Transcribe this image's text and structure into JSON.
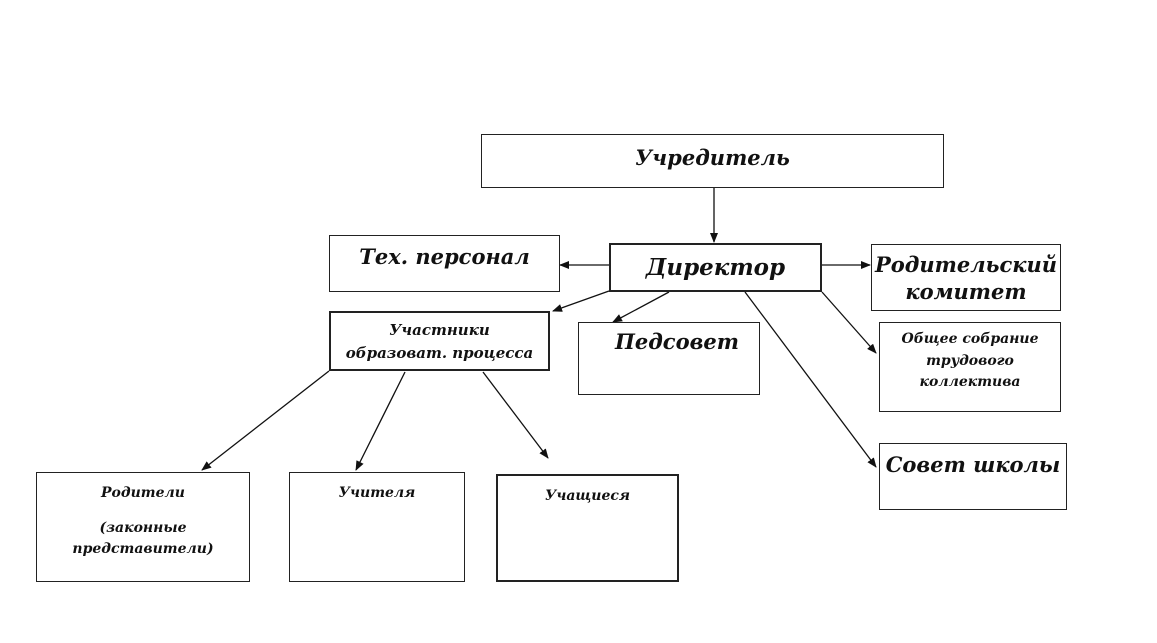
{
  "diagram": {
    "nodes": {
      "founder": "Учредитель",
      "director": "Директор",
      "tech_staff": "Тех. персонал",
      "parent_committee": [
        "Родительский",
        "комитет"
      ],
      "participants": [
        "Участники",
        "образоват. процесса"
      ],
      "pedagogical_council": "Педсовет",
      "general_meeting": [
        "Общее собрание",
        "трудового",
        "коллектива"
      ],
      "school_council": "Совет школы",
      "parents": [
        "Родители",
        "(законные",
        "представители)"
      ],
      "teachers": "Учителя",
      "students": "Учащиеся"
    },
    "edges": [
      [
        "founder",
        "director"
      ],
      [
        "director",
        "tech_staff"
      ],
      [
        "director",
        "parent_committee"
      ],
      [
        "director",
        "participants"
      ],
      [
        "director",
        "pedagogical_council"
      ],
      [
        "director",
        "general_meeting"
      ],
      [
        "director",
        "school_council"
      ],
      [
        "participants",
        "parents"
      ],
      [
        "participants",
        "teachers"
      ],
      [
        "participants",
        "students"
      ]
    ]
  }
}
